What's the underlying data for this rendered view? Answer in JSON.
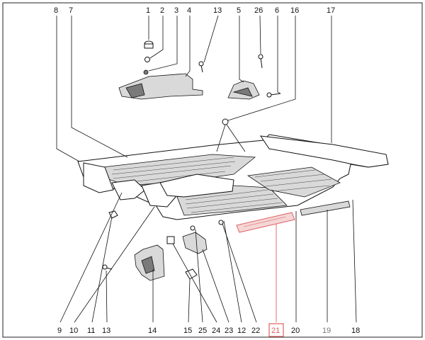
{
  "diagram": {
    "callouts_top": [
      {
        "id": "c8",
        "label": "8"
      },
      {
        "id": "c7",
        "label": "7"
      },
      {
        "id": "c1",
        "label": "1"
      },
      {
        "id": "c2",
        "label": "2"
      },
      {
        "id": "c3",
        "label": "3"
      },
      {
        "id": "c4",
        "label": "4"
      },
      {
        "id": "c13t",
        "label": "13"
      },
      {
        "id": "c5",
        "label": "5"
      },
      {
        "id": "c26",
        "label": "26"
      },
      {
        "id": "c6",
        "label": "6"
      },
      {
        "id": "c16",
        "label": "16"
      },
      {
        "id": "c17",
        "label": "17"
      }
    ],
    "callouts_bottom": [
      {
        "id": "b9",
        "label": "9"
      },
      {
        "id": "b10",
        "label": "10"
      },
      {
        "id": "b11",
        "label": "11"
      },
      {
        "id": "b13",
        "label": "13"
      },
      {
        "id": "b14",
        "label": "14"
      },
      {
        "id": "b15",
        "label": "15"
      },
      {
        "id": "b25",
        "label": "25"
      },
      {
        "id": "b24",
        "label": "24"
      },
      {
        "id": "b23",
        "label": "23"
      },
      {
        "id": "b12",
        "label": "12"
      },
      {
        "id": "b22",
        "label": "22"
      },
      {
        "id": "b21",
        "label": "21",
        "highlighted": true
      },
      {
        "id": "b20",
        "label": "20"
      },
      {
        "id": "b19",
        "label": "19"
      },
      {
        "id": "b18",
        "label": "18"
      }
    ],
    "highlight_color": "#e06060"
  }
}
